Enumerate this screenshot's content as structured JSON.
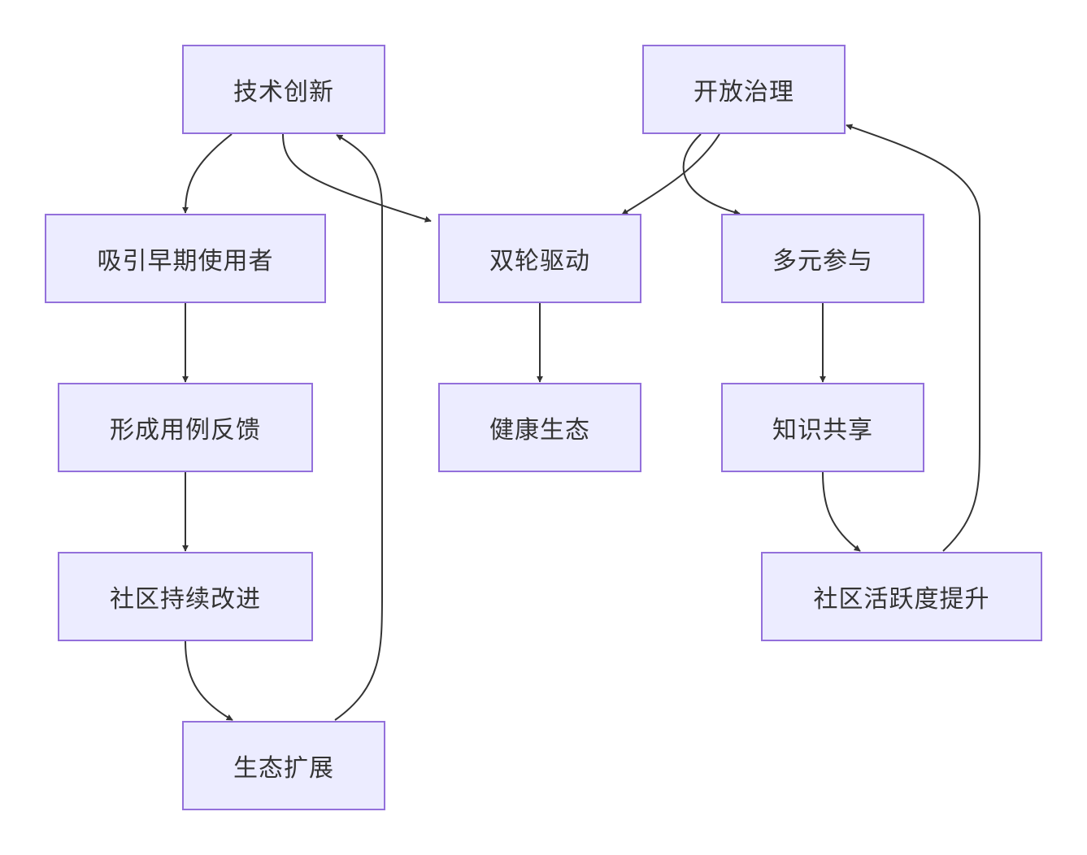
{
  "nodes": {
    "tech_innovation": "技术创新",
    "open_governance": "开放治理",
    "attract_early_users": "吸引早期使用者",
    "dual_wheel_drive": "双轮驱动",
    "diverse_participation": "多元参与",
    "use_case_feedback": "形成用例反馈",
    "healthy_ecosystem": "健康生态",
    "knowledge_sharing": "知识共享",
    "community_improvement": "社区持续改进",
    "community_activity_boost": "社区活跃度提升",
    "ecosystem_expansion": "生态扩展"
  },
  "colors": {
    "node_fill": "#ececff",
    "node_border": "#9370db",
    "edge": "#333333",
    "text": "#333333"
  }
}
